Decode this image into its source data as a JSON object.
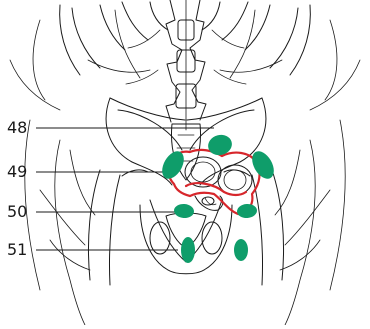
{
  "colors": {
    "marker": "#0f9d6a",
    "outline": "#d7262b",
    "line": "#1a1a1a"
  },
  "callouts": [
    {
      "label": "48"
    },
    {
      "label": "49"
    },
    {
      "label": "50"
    },
    {
      "label": "51"
    }
  ]
}
